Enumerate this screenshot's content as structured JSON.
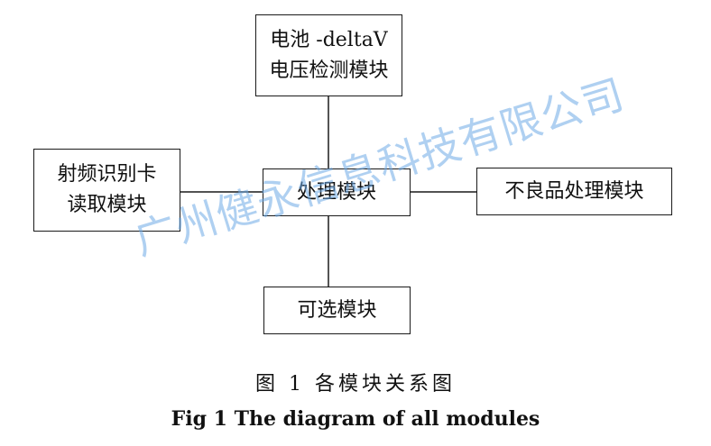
{
  "diagram": {
    "nodes": {
      "battery": {
        "lines": [
          "电池 -deltaV",
          "电压检测模块"
        ]
      },
      "rfid": {
        "lines": [
          "射频识别卡",
          "读取模块"
        ]
      },
      "process": {
        "lines": [
          "处理模块"
        ]
      },
      "defect": {
        "lines": [
          "不良品处理模块"
        ]
      },
      "optional": {
        "lines": [
          "可选模块"
        ]
      }
    },
    "edges": [
      {
        "from": "battery",
        "to": "process"
      },
      {
        "from": "rfid",
        "to": "process"
      },
      {
        "from": "process",
        "to": "defect"
      },
      {
        "from": "process",
        "to": "optional"
      }
    ]
  },
  "watermark": "广州健永信息科技有限公司",
  "caption": {
    "cn": "图 1   各模块关系图",
    "en": "Fig 1    The diagram of all modules"
  }
}
